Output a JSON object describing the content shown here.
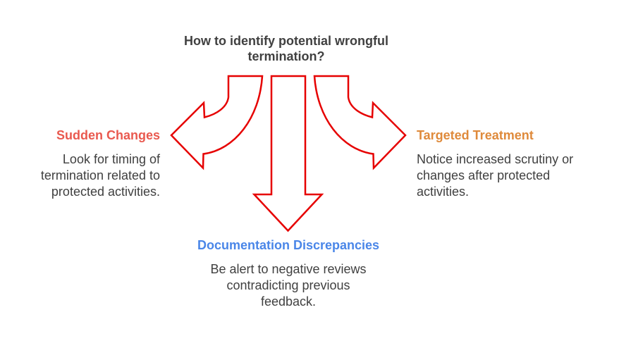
{
  "page": {
    "background_color": "#ffffff"
  },
  "title": {
    "lines": [
      "How to identify potential wrongful",
      "termination?"
    ],
    "color": "#404040"
  },
  "arrows": {
    "stroke_color": "#e60000",
    "fill_color": "#ffffff",
    "names": [
      "left-curved-arrow",
      "down-arrow",
      "right-curved-arrow"
    ]
  },
  "body_text": {
    "color": "#404040"
  },
  "branches": {
    "left": {
      "heading": "Sudden Changes",
      "heading_color": "#e9594f",
      "body_lines": [
        "Look for timing of",
        "termination related to",
        "protected activities."
      ]
    },
    "bottom": {
      "heading": "Documentation Discrepancies",
      "heading_color": "#4a86e8",
      "body_lines": [
        "Be alert to negative reviews",
        "contradicting previous",
        "feedback."
      ]
    },
    "right": {
      "heading": "Targeted Treatment",
      "heading_color": "#df8a3b",
      "body_lines": [
        "Notice increased scrutiny or",
        "changes after protected",
        "activities."
      ]
    }
  }
}
